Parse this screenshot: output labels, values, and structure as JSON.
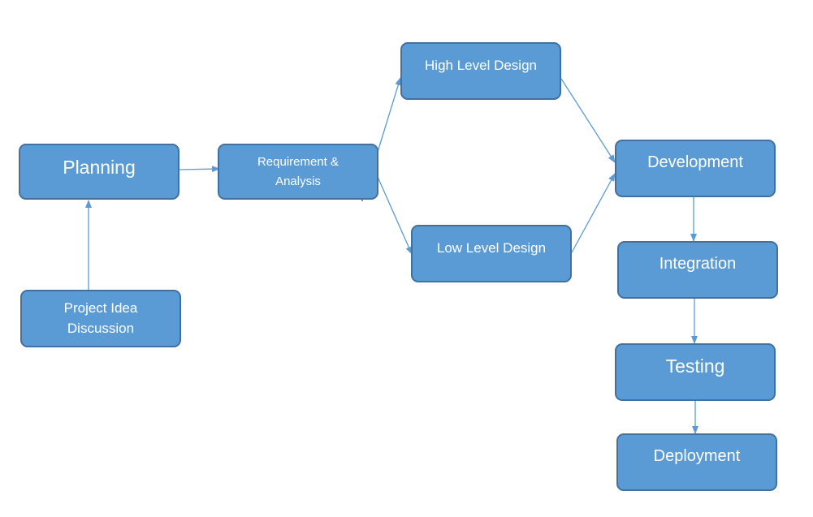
{
  "diagram": {
    "type": "flowchart",
    "nodes": {
      "planning": "Planning",
      "requirement": "Requirement & Analysis",
      "project_idea": "Project Idea Discussion",
      "high_level_design": "High Level Design",
      "low_level_design": "Low Level Design",
      "development": "Development",
      "integration": "Integration",
      "testing": "Testing",
      "deployment": "Deployment"
    },
    "edges": [
      [
        "project_idea",
        "planning"
      ],
      [
        "planning",
        "requirement"
      ],
      [
        "requirement",
        "high_level_design"
      ],
      [
        "requirement",
        "low_level_design"
      ],
      [
        "high_level_design",
        "development"
      ],
      [
        "low_level_design",
        "development"
      ],
      [
        "development",
        "integration"
      ],
      [
        "integration",
        "testing"
      ],
      [
        "testing",
        "deployment"
      ]
    ],
    "colors": {
      "node_fill": "#5b9bd5",
      "node_border": "#41719c",
      "node_text": "#ffffff",
      "connector": "#5b9bd5"
    }
  }
}
